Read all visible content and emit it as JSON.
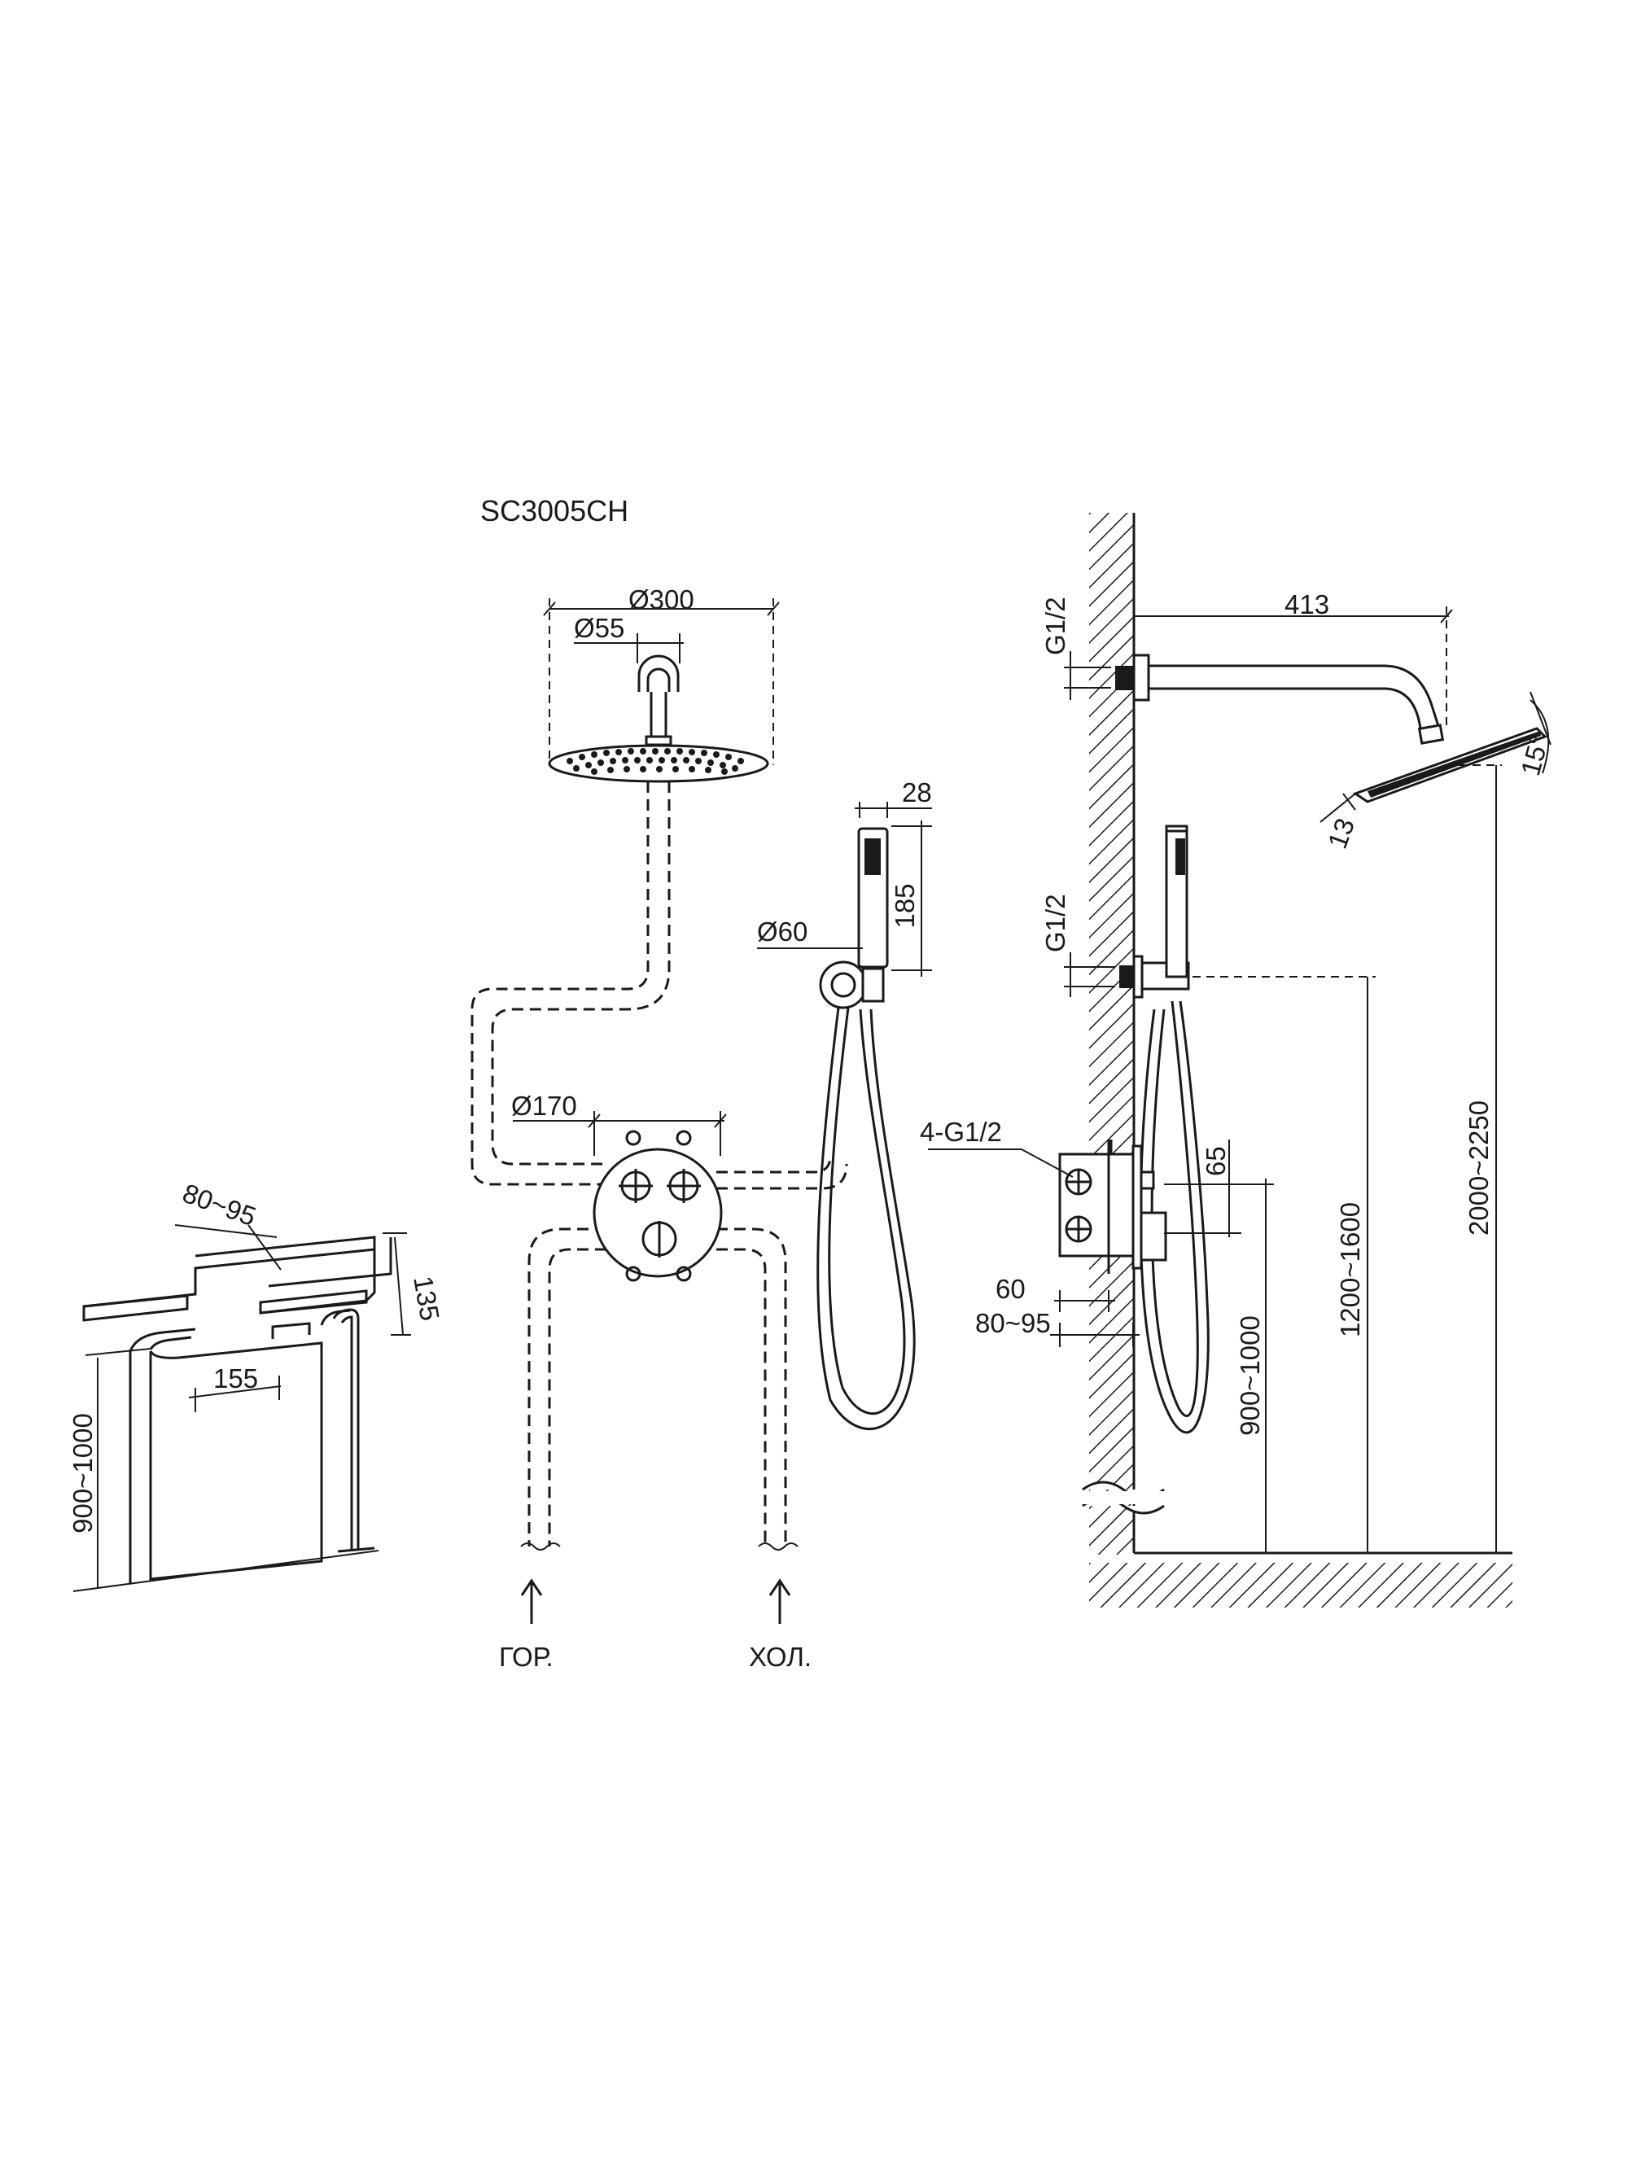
{
  "title": "SC3005CH",
  "front_view": {
    "shower_head_diameter": "Ø300",
    "arm_flange_diameter": "Ø55",
    "mixer_diameter": "Ø170",
    "holder_diameter": "Ø60",
    "hand_shower_width": "28",
    "hand_shower_length": "185",
    "hot_label": "ГОР.",
    "cold_label": "ХОЛ."
  },
  "box_view": {
    "depth_range": "80~95",
    "box_height": "135",
    "box_width": "155",
    "install_height": "900~1000"
  },
  "side_view": {
    "arm_length": "413",
    "head_connection": "G1/2",
    "head_thickness": "13",
    "head_angle": "15°",
    "holder_connection": "G1/2",
    "mixer_connections": "4-G1/2",
    "spacing": "65",
    "depth_min": "60",
    "depth_range": "80~95",
    "mixer_height": "900~1000",
    "holder_height": "1200~1600",
    "head_height": "2000~2250"
  },
  "colors": {
    "ink": "#1a1a1a",
    "background": "#ffffff"
  }
}
